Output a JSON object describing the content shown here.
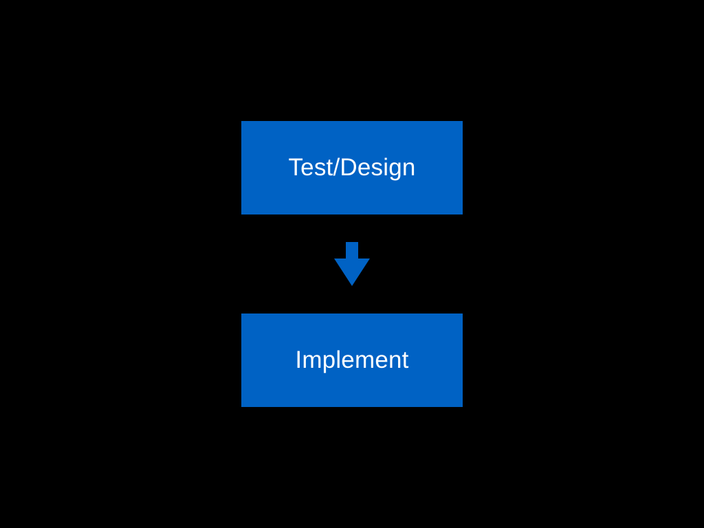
{
  "diagram": {
    "nodes": [
      {
        "id": "test-design",
        "label": "Test/Design"
      },
      {
        "id": "implement",
        "label": "Implement"
      }
    ],
    "edges": [
      {
        "from": "test-design",
        "to": "implement",
        "direction": "down"
      }
    ],
    "colors": {
      "background": "#000000",
      "node_fill": "#0062c4",
      "node_text": "#ffffff",
      "arrow": "#0062c4"
    }
  }
}
